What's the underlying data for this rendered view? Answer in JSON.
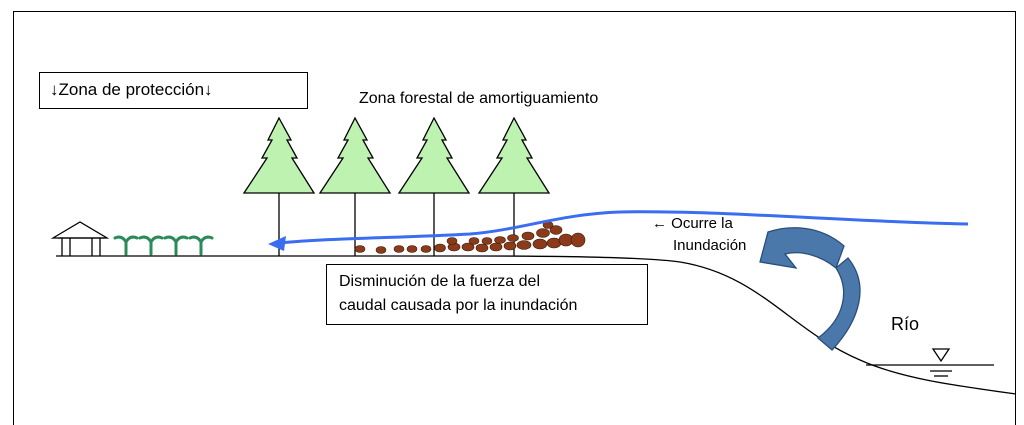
{
  "labels": {
    "protection_zone": "↓Zona de protección↓",
    "buffer_zone": "Zona forestal de amortiguamiento",
    "flood_line1": "← Ocurre la",
    "flood_line2": "Inundación",
    "decrease_line1": "Disminución de la fuerza del",
    "decrease_line2": "caudal causada por la inundación",
    "river": "Río"
  },
  "colors": {
    "tree_fill": "#bdf2b0",
    "flood_line": "#3a6df0",
    "sediment": "#8b3a1a",
    "big_arrow": "#4a78aa",
    "sprouts": "#2a8a5a"
  }
}
